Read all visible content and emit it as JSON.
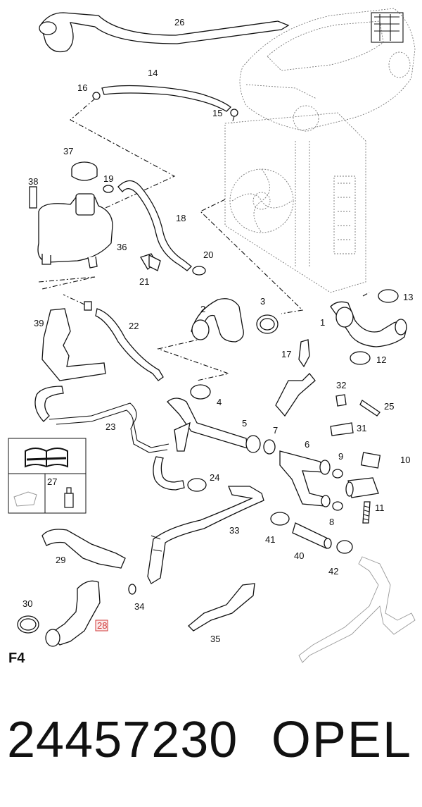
{
  "diagram": {
    "section_label": "F4",
    "callouts": [
      "1",
      "2",
      "3",
      "4",
      "5",
      "6",
      "7",
      "8",
      "9",
      "10",
      "11",
      "12",
      "13",
      "14",
      "15",
      "16",
      "17",
      "18",
      "19",
      "20",
      "21",
      "22",
      "23",
      "24",
      "25",
      "26",
      "27",
      "29",
      "30",
      "31",
      "32",
      "33",
      "34",
      "35",
      "36",
      "37",
      "38",
      "39",
      "40",
      "41",
      "42"
    ],
    "highlighted_callout": "28",
    "highlight_color": "#d23a3a"
  },
  "footer": {
    "part_number": "24457230",
    "brand": "OPEL"
  }
}
